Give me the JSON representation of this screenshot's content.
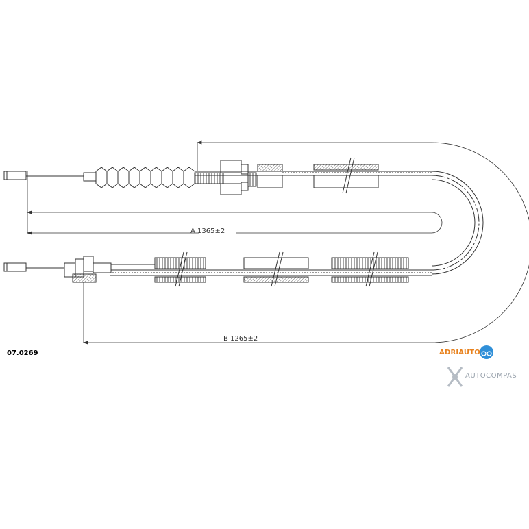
{
  "part_number": "07.0269",
  "dimensions": {
    "a_label": "A  1365±2",
    "b_label": "B  1265±2"
  },
  "brands": {
    "primary": "ADRIAUTO",
    "secondary": "AUTOCOMPAS",
    "primary_color": "#e8821e",
    "primary_badge_color": "#2f8fd8",
    "secondary_color": "#9aa3ad"
  }
}
